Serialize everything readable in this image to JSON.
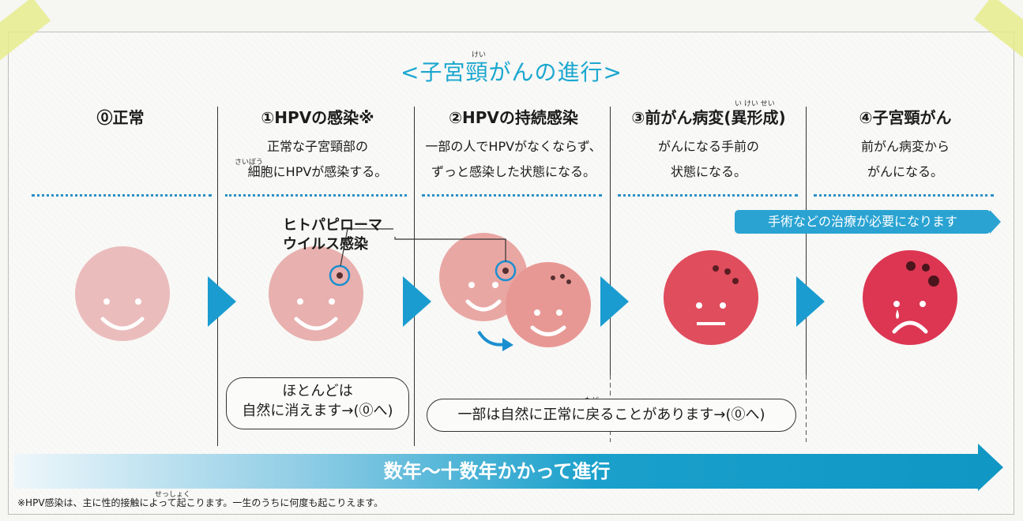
{
  "title": "<子宮頸がんの進行>",
  "title_ruby": "けい",
  "stages": [
    {
      "heading": "⓪正常",
      "desc": []
    },
    {
      "heading": "①HPVの感染※",
      "desc": [
        "正常な子宮頸部の",
        "細胞にHPVが感染する。"
      ],
      "ruby": "さいぼう"
    },
    {
      "heading": "②HPVの持続感染",
      "desc": [
        "一部の人でHPVがなくならず、",
        "ずっと感染した状態になる。"
      ]
    },
    {
      "heading": "③前がん病変(異形成)",
      "desc": [
        "がんになる手前の",
        "状態になる。"
      ],
      "ruby": "い けい せい"
    },
    {
      "heading": "④子宮頸がん",
      "desc": [
        "前がん病変から",
        "がんになる。"
      ]
    }
  ],
  "treatment_label": "手術などの治療が必要になります",
  "virus_label": [
    "ヒトパピローマ",
    "ウイルス感染"
  ],
  "note1": [
    "ほとんどは",
    "自然に消えます→(⓪へ)"
  ],
  "note2": "一部は自然に正常に戻ることがあります→(⓪へ)",
  "note2_ruby": "もど",
  "progress_label": "数年〜十数年かかって進行",
  "footnote": "※HPV感染は、主に性的接触によって起こります。一生のうちに何度も起こりえます。",
  "footnote_ruby": "せっしょく",
  "colors": {
    "accent": "#1aa7cf",
    "arrow": "#1a9cd0",
    "face_normal": "#eab8b8",
    "face_cancer": "#de3a55"
  },
  "icons": [
    "smile-face-icon",
    "infected-face-icon",
    "sad-face-icon",
    "stage-arrow-icon",
    "return-arrow-icon"
  ]
}
